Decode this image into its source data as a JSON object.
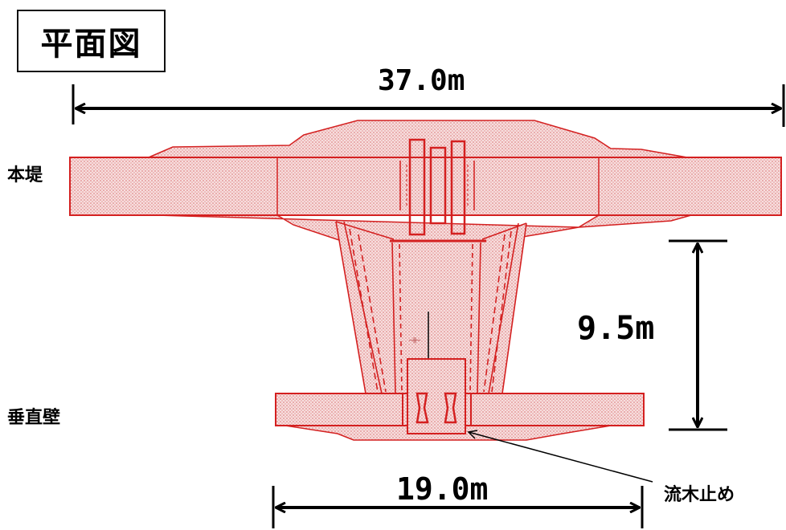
{
  "title": "平面図",
  "dimensions": {
    "top_width": "37.0m",
    "height": "9.5m",
    "bottom_width": "19.0m"
  },
  "labels": {
    "main_dam": "本堤",
    "vertical_wall": "垂直壁",
    "debris_stopper": "流木止め"
  },
  "colors": {
    "structure_outline": "#d42020",
    "structure_fill": "#f2c6c6",
    "dimension_line": "#000000"
  }
}
